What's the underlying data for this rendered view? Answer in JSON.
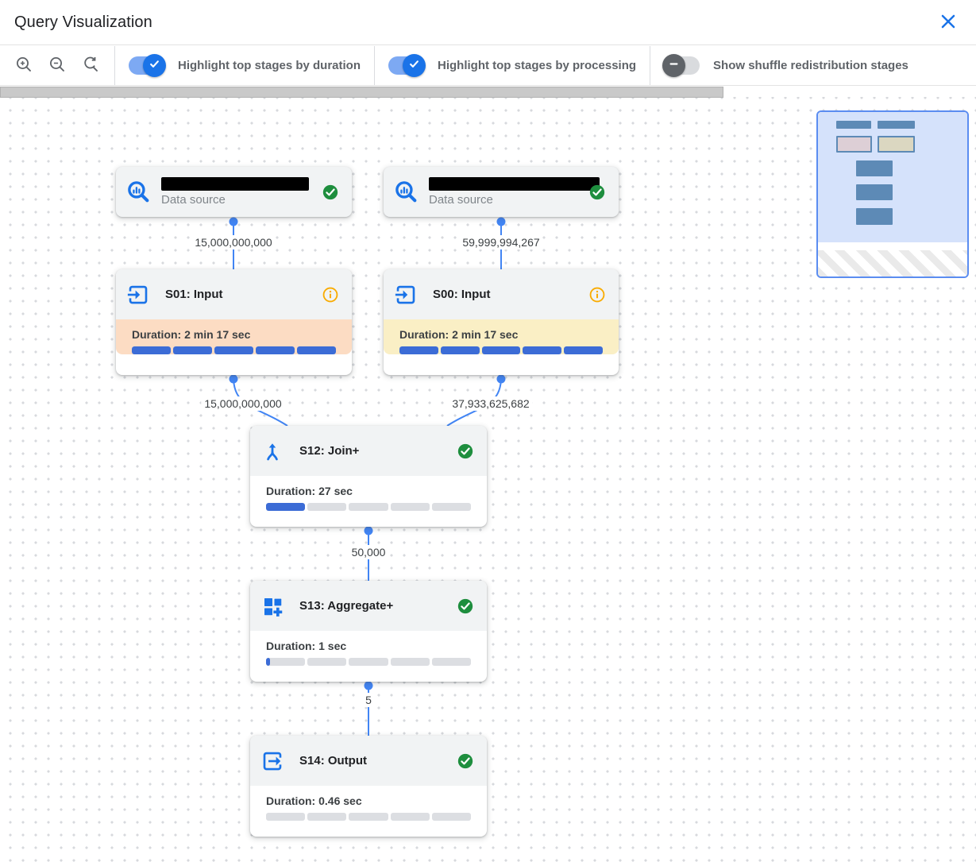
{
  "header": {
    "title": "Query Visualization"
  },
  "toolbar": {
    "zoom_buttons": [
      {
        "icon": "zoom-in-icon"
      },
      {
        "icon": "zoom-out-icon"
      },
      {
        "icon": "zoom-reset-icon"
      }
    ],
    "toggles": [
      {
        "label": "Highlight top stages by duration",
        "state": "on"
      },
      {
        "label": "Highlight top stages by processing",
        "state": "on"
      },
      {
        "label": "Show shuffle redistribution stages",
        "state": "off"
      }
    ]
  },
  "graph": {
    "ds1": {
      "type": "data-source",
      "label": "Data source",
      "status": "complete",
      "name_redacted": true
    },
    "ds2": {
      "type": "data-source",
      "label": "Data source",
      "status": "complete",
      "name_redacted": true
    },
    "s01": {
      "title": "S01: Input",
      "duration": "Duration: 2 min 17 sec",
      "progress_pct": 100,
      "highlight": "duration",
      "status": "info"
    },
    "s00": {
      "title": "S00: Input",
      "duration": "Duration: 2 min 17 sec",
      "progress_pct": 100,
      "highlight": "processing",
      "status": "info"
    },
    "s12": {
      "title": "S12: Join+",
      "duration": "Duration: 27 sec",
      "progress_pct": 20,
      "status": "complete"
    },
    "s13": {
      "title": "S13: Aggregate+",
      "duration": "Duration: 1 sec",
      "progress_pct": 2,
      "status": "complete"
    },
    "s14": {
      "title": "S14: Output",
      "duration": "Duration: 0.46 sec",
      "progress_pct": 0,
      "status": "complete"
    }
  },
  "edges": {
    "ds1_to_s01": "15,000,000,000",
    "ds2_to_s00": "59,999,994,267",
    "s01_to_s12": "15,000,000,000",
    "s00_to_s12": "37,933,625,682",
    "s12_to_s13": "50,000",
    "s13_to_s14": "5"
  },
  "colors": {
    "primary_blue": "#1a73e8",
    "edge_blue": "#4285f4",
    "progress_blue": "#3c6cd6",
    "success_green": "#1e8e3e",
    "warning_orange": "#f9ab00",
    "duration_highlight": "#fcdcc3",
    "processing_highlight": "#faefc5"
  }
}
